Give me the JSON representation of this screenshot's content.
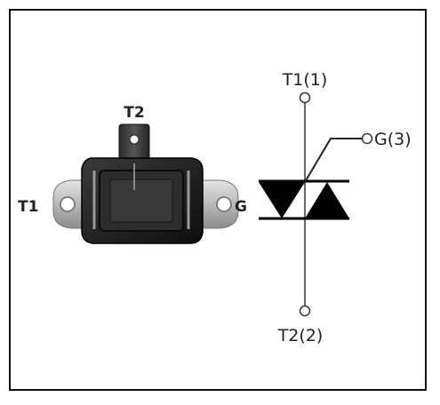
{
  "package_photo": {
    "labels": {
      "t2": "T2",
      "t1": "T1",
      "g": "G"
    },
    "colors": {
      "metal": "#b9b9b9",
      "body": "#1a1a1a"
    }
  },
  "schematic": {
    "labels": {
      "t1_pin": "T1(1)",
      "gate_pin": "G(3)",
      "t2_pin": "T2(2)"
    },
    "colors": {
      "wire": "#666666",
      "triangle": "#000000"
    }
  }
}
